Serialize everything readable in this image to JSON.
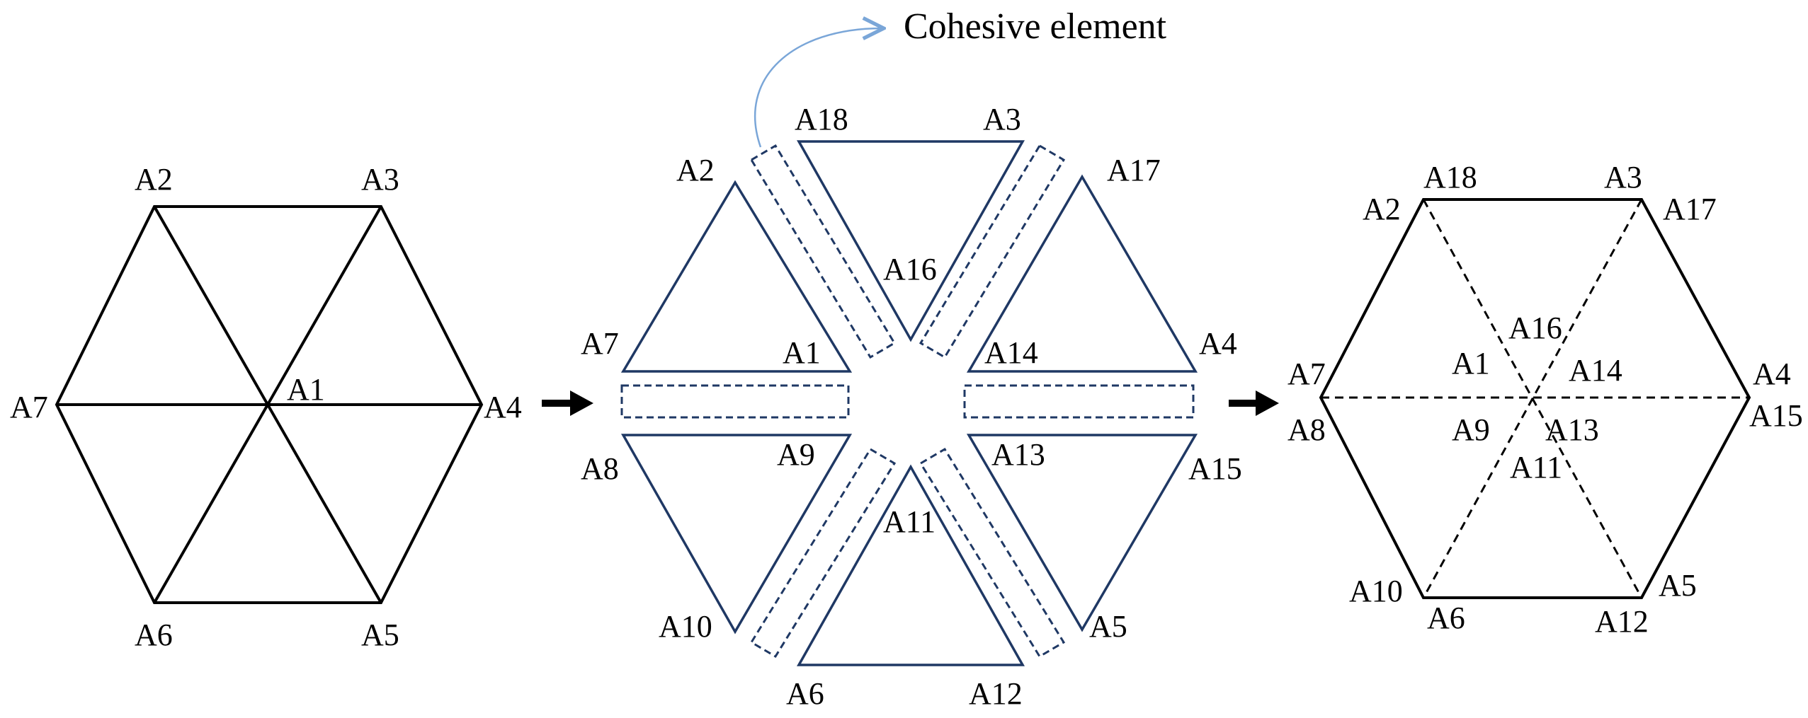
{
  "callout": {
    "text": "Cohesive element",
    "color": "#7aa6d8"
  },
  "colors": {
    "mesh_black": "#000000",
    "mesh_blue": "#1f3864"
  },
  "left_diagram": {
    "labels": [
      "A2",
      "A3",
      "A7",
      "A1",
      "A4",
      "A6",
      "A5"
    ]
  },
  "middle_diagram": {
    "labels": [
      "A18",
      "A3",
      "A2",
      "A17",
      "A16",
      "A7",
      "A1",
      "A14",
      "A4",
      "A8",
      "A9",
      "A13",
      "A15",
      "A11",
      "A10",
      "A5",
      "A6",
      "A12"
    ]
  },
  "right_diagram": {
    "labels": [
      "A18",
      "A3",
      "A2",
      "A17",
      "A16",
      "A1",
      "A14",
      "A7",
      "A4",
      "A8",
      "A15",
      "A9",
      "A13",
      "A11",
      "A10",
      "A5",
      "A6",
      "A12"
    ]
  }
}
